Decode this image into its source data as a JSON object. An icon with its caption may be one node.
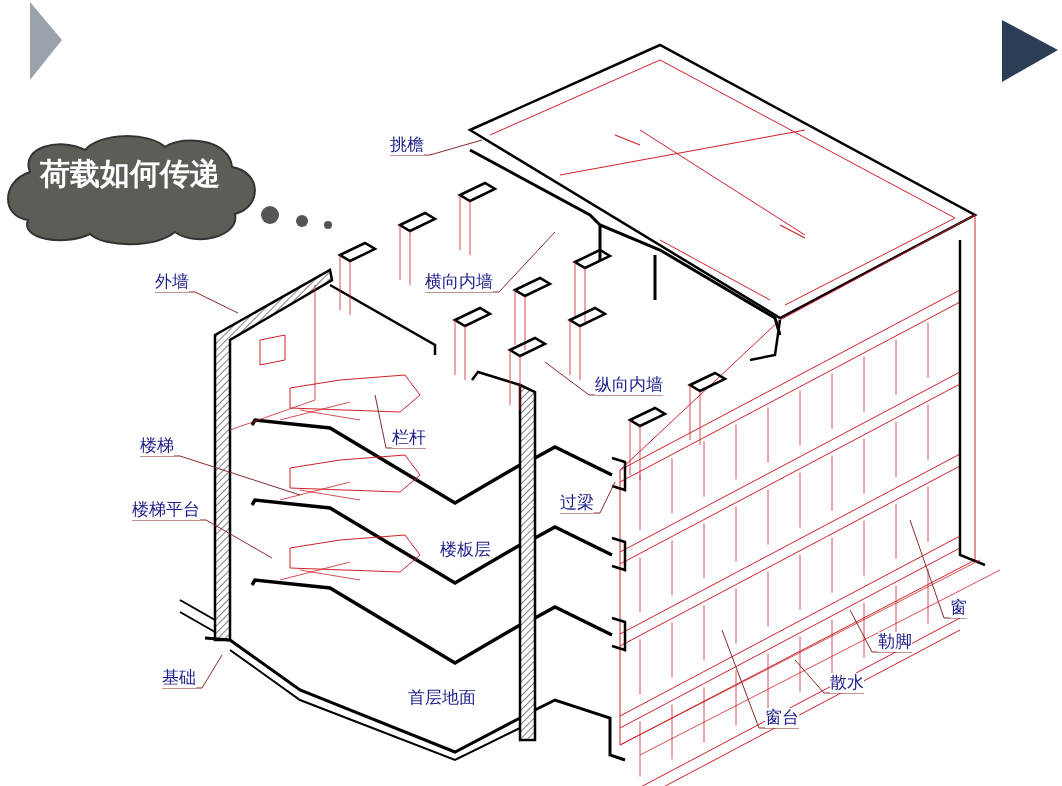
{
  "diagram": {
    "nodes": [
      {
        "text": [
          "荷载如何传递"
        ]
      },
      {
        "text": [
          "挑檐"
        ]
      },
      {
        "text": [
          "外墙"
        ]
      },
      {
        "text": [
          "横向内墙"
        ]
      },
      {
        "text": [
          "纵向内墙"
        ]
      },
      {
        "text": [
          "栏杆"
        ]
      },
      {
        "text": [
          "楼梯"
        ]
      },
      {
        "text": [
          "楼梯平台"
        ]
      },
      {
        "text": [
          "过梁"
        ]
      },
      {
        "text": [
          "基础"
        ]
      },
      {
        "text": [
          "窗台"
        ]
      },
      {
        "text": [
          "散水"
        ]
      },
      {
        "text": [
          "勒脚"
        ]
      },
      {
        "text": [
          "窗"
        ]
      }
    ],
    "edges": [
      {
        "from": 1,
        "to": null,
        "arrow": "none"
      },
      {
        "from": 2,
        "to": null,
        "arrow": "none"
      },
      {
        "from": 3,
        "to": null,
        "arrow": "none"
      },
      {
        "from": 4,
        "to": null,
        "arrow": "none"
      },
      {
        "from": 5,
        "to": null,
        "arrow": "none"
      },
      {
        "from": 6,
        "to": null,
        "arrow": "none"
      },
      {
        "from": 7,
        "to": null,
        "arrow": "none"
      },
      {
        "from": 8,
        "to": null,
        "arrow": "none"
      },
      {
        "from": 9,
        "to": null,
        "arrow": "none"
      },
      {
        "from": 10,
        "to": null,
        "arrow": "none"
      },
      {
        "from": 11,
        "to": null,
        "arrow": "none"
      },
      {
        "from": 12,
        "to": null,
        "arrow": "none"
      },
      {
        "from": 13,
        "to": null,
        "arrow": "none"
      }
    ],
    "labels": [
      "楼板层",
      "首层地面"
    ]
  }
}
